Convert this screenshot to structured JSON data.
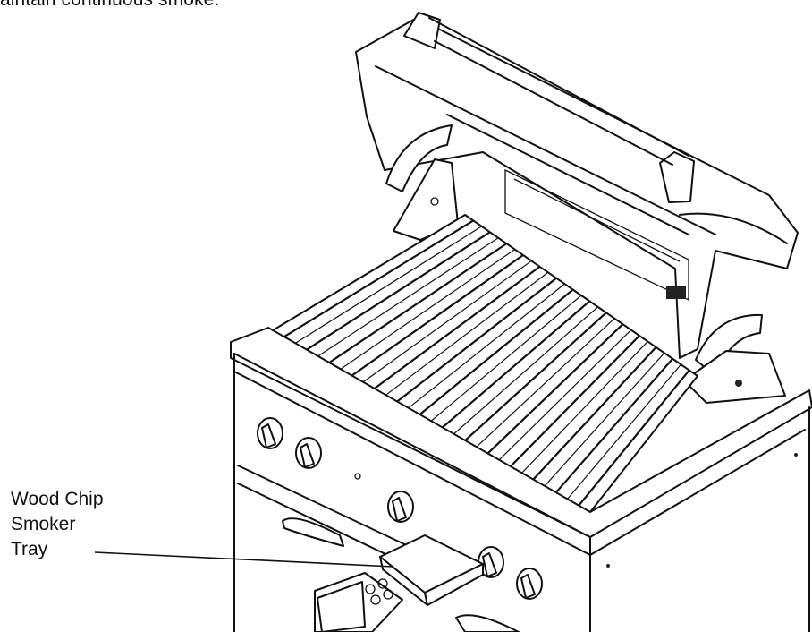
{
  "caption": {
    "text": "aintain continuous smoke."
  },
  "callout": {
    "lines": [
      "Wood Chip",
      "Smoker",
      "Tray"
    ]
  }
}
